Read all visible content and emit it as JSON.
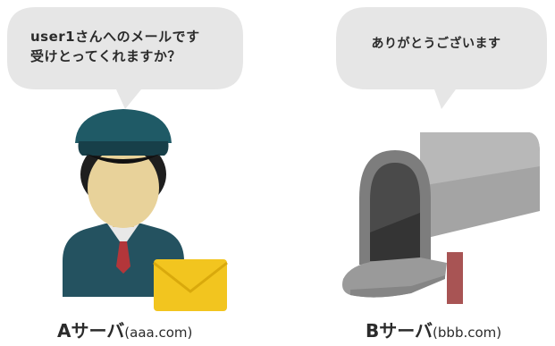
{
  "left_bubble": {
    "line1": "user1さんへのメールです",
    "line2": "受けとってくれますか？"
  },
  "right_bubble": {
    "text": "ありがとうございます"
  },
  "left_caption": {
    "name": "Aサーバ",
    "domain": "(aaa.com)"
  },
  "right_caption": {
    "name": "Bサーバ",
    "domain": "(bbb.com)"
  },
  "colors": {
    "bubble": "#e6e6e6",
    "cap": "#1f5a66",
    "uniform": "#245260",
    "skin": "#e8d29a",
    "envelope": "#f2c51f",
    "mailbox": "#a4a4a4",
    "post": "#a85454"
  }
}
